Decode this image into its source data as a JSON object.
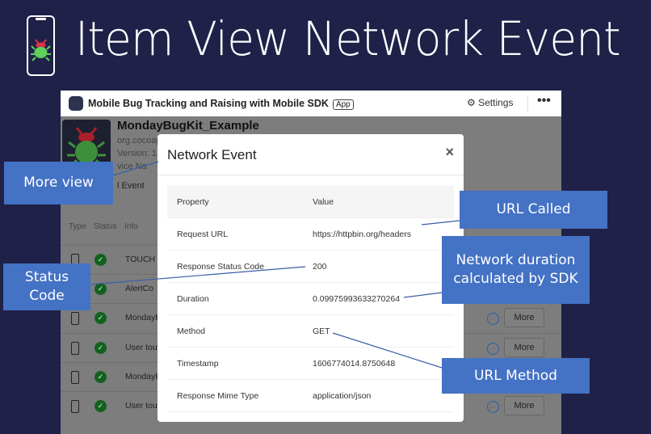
{
  "slide": {
    "title": "Item View Network Event",
    "accent": "#4472c4",
    "background": "#1f2149"
  },
  "app": {
    "title": "Mobile Bug Tracking and Raising with Mobile SDK",
    "badge": "App",
    "settings": "Settings",
    "more_menu": "•••",
    "name": "MondayBugKit_Example",
    "bundle": "org.cocoap",
    "version": "Version: 1.",
    "device": "vice Na",
    "events_tab": "l Event",
    "columns": [
      "Type",
      "Status",
      "Info"
    ],
    "rows": [
      {
        "info": "TOUCH"
      },
      {
        "info": "AlertCo"
      },
      {
        "info": "MondayE",
        "more": "More"
      },
      {
        "info": "User touc",
        "more": "More"
      },
      {
        "info": "MondayE"
      },
      {
        "info": "User touc",
        "more": "More"
      }
    ]
  },
  "modal": {
    "title": "Network Event",
    "close": "×",
    "header": {
      "property": "Property",
      "value": "Value"
    },
    "rows": [
      {
        "property": "Request URL",
        "value": "https://httpbin.org/headers"
      },
      {
        "property": "Response Status Code",
        "value": "200"
      },
      {
        "property": "Duration",
        "value": "0.09975993633270264"
      },
      {
        "property": "Method",
        "value": "GET"
      },
      {
        "property": "Timestamp",
        "value": "1606774014.8750648"
      },
      {
        "property": "Response Mime Type",
        "value": "application/json"
      }
    ]
  },
  "callouts": {
    "more_view": "More view",
    "url_called": "URL Called",
    "duration": "Network duration calculated by SDK",
    "status_code": "Status Code",
    "url_method": "URL Method"
  }
}
